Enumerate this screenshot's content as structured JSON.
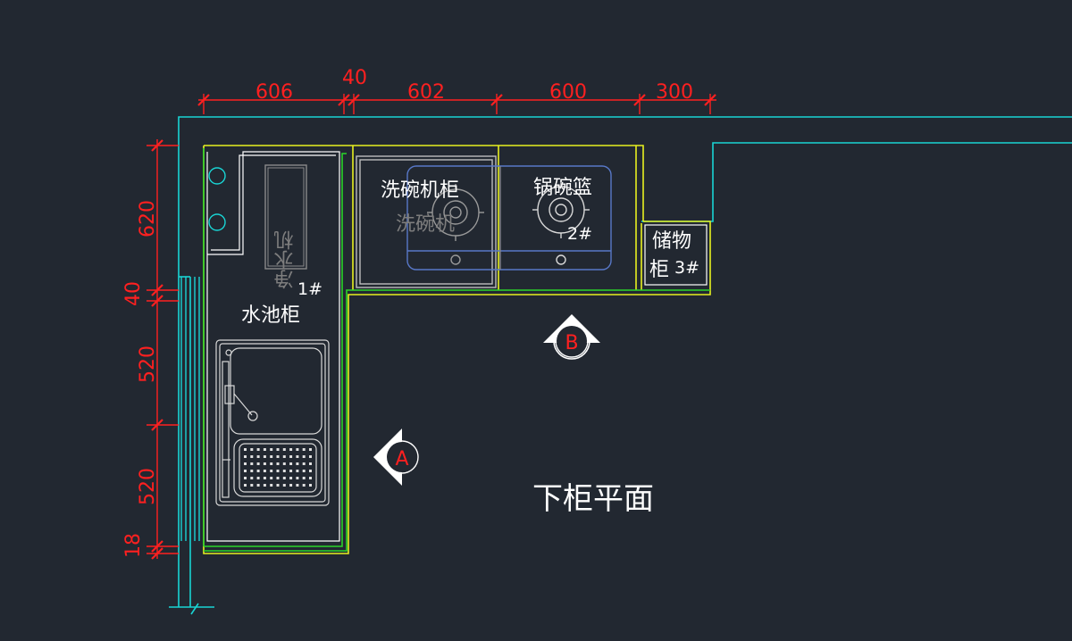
{
  "drawing": {
    "title": "下柜平面",
    "horizontal_dimensions": [
      "606",
      "40",
      "602",
      "600",
      "300"
    ],
    "vertical_dimensions": [
      "620",
      "40",
      "520",
      "520",
      "18"
    ],
    "cabinets": {
      "sink": {
        "name": "水池柜",
        "number": "1#",
        "appliance": "净水机"
      },
      "dishwasher": {
        "name": "洗碗机柜",
        "appliance": "洗碗机"
      },
      "pot_basket": {
        "name": "锅碗篮",
        "number": "2#"
      },
      "storage": {
        "name_line1": "储物",
        "name_line2": "柜",
        "number": "3#"
      }
    },
    "view_markers": {
      "a": "A",
      "b": "B"
    }
  },
  "colors": {
    "background": "#222831",
    "wall": "#19d4d4",
    "cabinet_outline": "#e8f020",
    "counter_line": "#2ad52a",
    "dimension": "#ff2020",
    "fixture": "#e0e0e0",
    "hob_outline": "#5878c8"
  }
}
